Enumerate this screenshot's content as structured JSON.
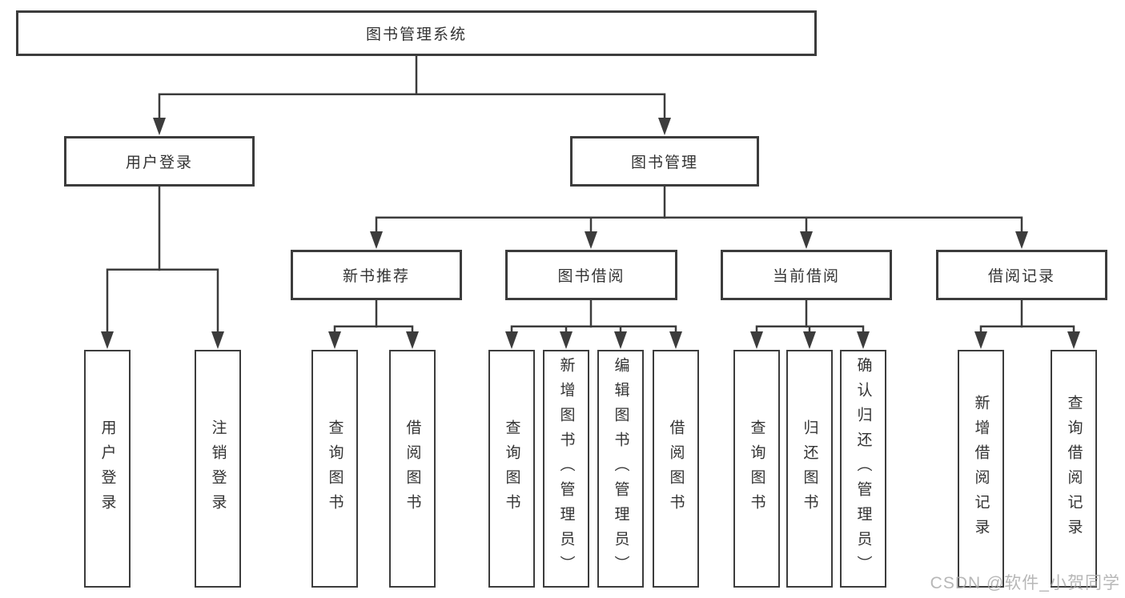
{
  "tree": {
    "root": "图书管理系统",
    "user_login": {
      "label": "用户登录",
      "children": [
        "用户登录",
        "注销登录"
      ]
    },
    "book_management": {
      "label": "图书管理",
      "groups": [
        {
          "label": "新书推荐",
          "children": [
            "查询图书",
            "借阅图书"
          ]
        },
        {
          "label": "图书借阅",
          "children": [
            "查询图书",
            "新增图书（管理员）",
            "编辑图书（管理员）",
            "借阅图书"
          ]
        },
        {
          "label": "当前借阅",
          "children": [
            "查询图书",
            "归还图书",
            "确认归还（管理员）"
          ]
        },
        {
          "label": "借阅记录",
          "children": [
            "新增借阅记录",
            "查询借阅记录"
          ]
        }
      ]
    }
  },
  "watermark": {
    "text": "CSDN @软件_小贺同学"
  },
  "colors": {
    "line": "#3c3c3c",
    "box_border": "#3c3c3c",
    "box_fill": "#ffffff",
    "text": "#333333",
    "watermark": "#ababab"
  }
}
